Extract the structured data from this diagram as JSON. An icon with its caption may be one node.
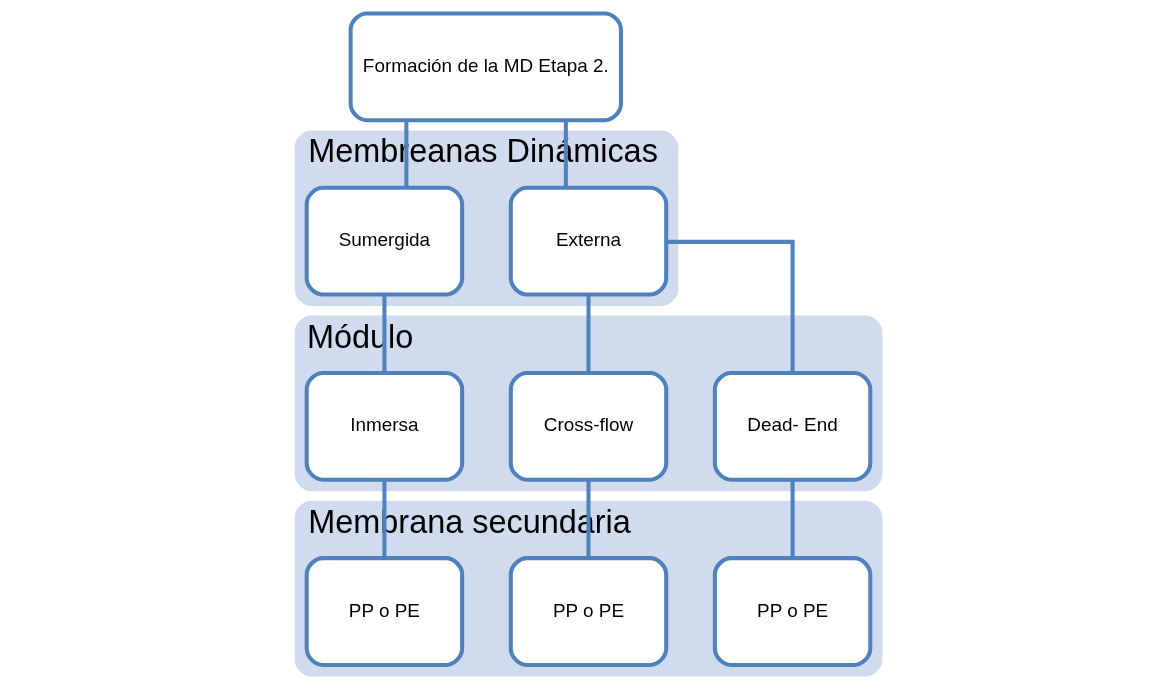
{
  "diagram": {
    "nodes": [
      {
        "text": [
          "Formación de la MD Etapa 2."
        ]
      },
      {
        "text": [
          "Membreanas Dinámicas"
        ]
      },
      {
        "text": [
          "Externa"
        ],
        "in": 1
      },
      {
        "text": [
          "Sumergida"
        ],
        "in": 1
      },
      {
        "text": [
          "Módulo"
        ]
      },
      {
        "text": [
          "Dead- End"
        ],
        "in": 4
      },
      {
        "text": [
          "Cross-flow"
        ],
        "in": 4
      },
      {
        "text": [
          "Inmersa"
        ],
        "in": 4
      },
      {
        "text": [
          "Membrana secundaria"
        ]
      },
      {
        "text": [
          "PP o PE"
        ],
        "in": 8
      },
      {
        "text": [
          "PP o PE"
        ],
        "in": 8
      },
      {
        "text": [
          "PP o PE"
        ],
        "in": 8
      }
    ],
    "edges": [
      {
        "from": 0,
        "to": 2,
        "arrow": "none"
      },
      {
        "from": 0,
        "to": 3,
        "arrow": "none"
      },
      {
        "from": 2,
        "to": 5,
        "arrow": "none"
      },
      {
        "from": 2,
        "to": 6,
        "arrow": "none"
      },
      {
        "from": 3,
        "to": 7,
        "arrow": "none"
      },
      {
        "from": 5,
        "to": 9,
        "arrow": "none"
      },
      {
        "from": 6,
        "to": 10,
        "arrow": "none"
      },
      {
        "from": 7,
        "to": 11,
        "arrow": "none"
      }
    ]
  }
}
